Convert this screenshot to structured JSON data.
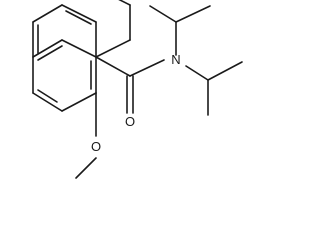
{
  "molecule": {
    "atoms": {
      "carbonyl_oxygen": "O",
      "amide_nitrogen": "N",
      "ether_oxygen": "O",
      "methyl": "CH3"
    }
  }
}
